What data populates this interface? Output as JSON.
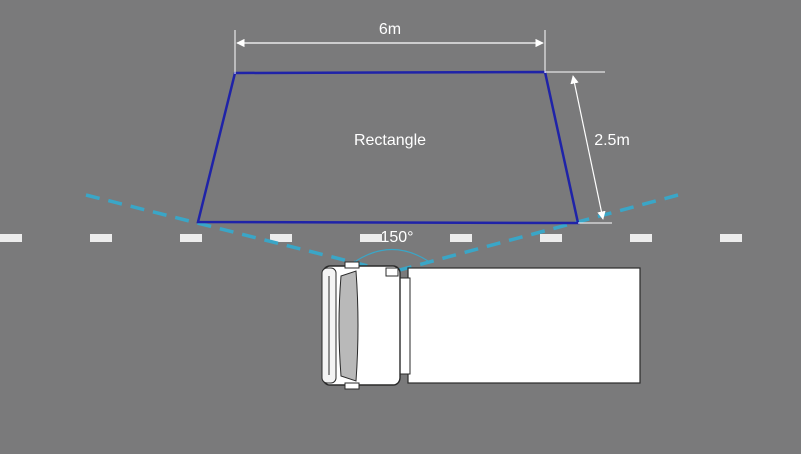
{
  "colors": {
    "road": "#7a7a7b",
    "lane_marking": "#ececec",
    "zone_outline": "#1f23a8",
    "camera_fov": "#3aa6c7",
    "dimension_line": "#ffffff",
    "label_text": "#ffffff",
    "truck_body": "#ffffff",
    "truck_outline": "#2a2a2a"
  },
  "icons": {
    "vehicle": "truck-top-view-icon",
    "camera": "camera-icon"
  },
  "labels": {
    "width_dimension": "6m",
    "depth_dimension": "2.5m",
    "zone_shape": "Rectangle",
    "camera_angle": "150°"
  }
}
